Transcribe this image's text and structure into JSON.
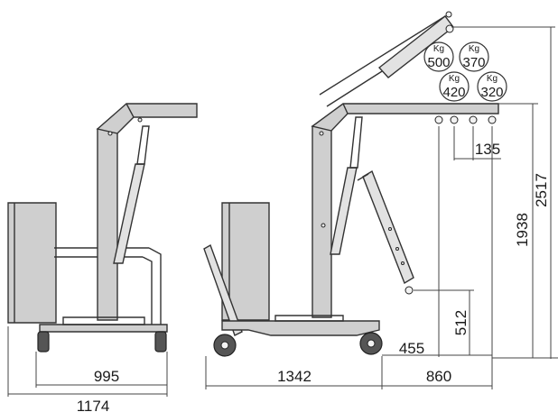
{
  "dimensions": {
    "width_1": "995",
    "overall_width_1": "1174",
    "length_2": "1342",
    "reach_2": "860",
    "leg_height": "455",
    "hook_low": "512",
    "step": "135",
    "height_mid": "1938",
    "height_max": "2517"
  },
  "capacities": {
    "unit": "Kg",
    "c500": "500",
    "c370": "370",
    "c420": "420",
    "c320": "320"
  }
}
